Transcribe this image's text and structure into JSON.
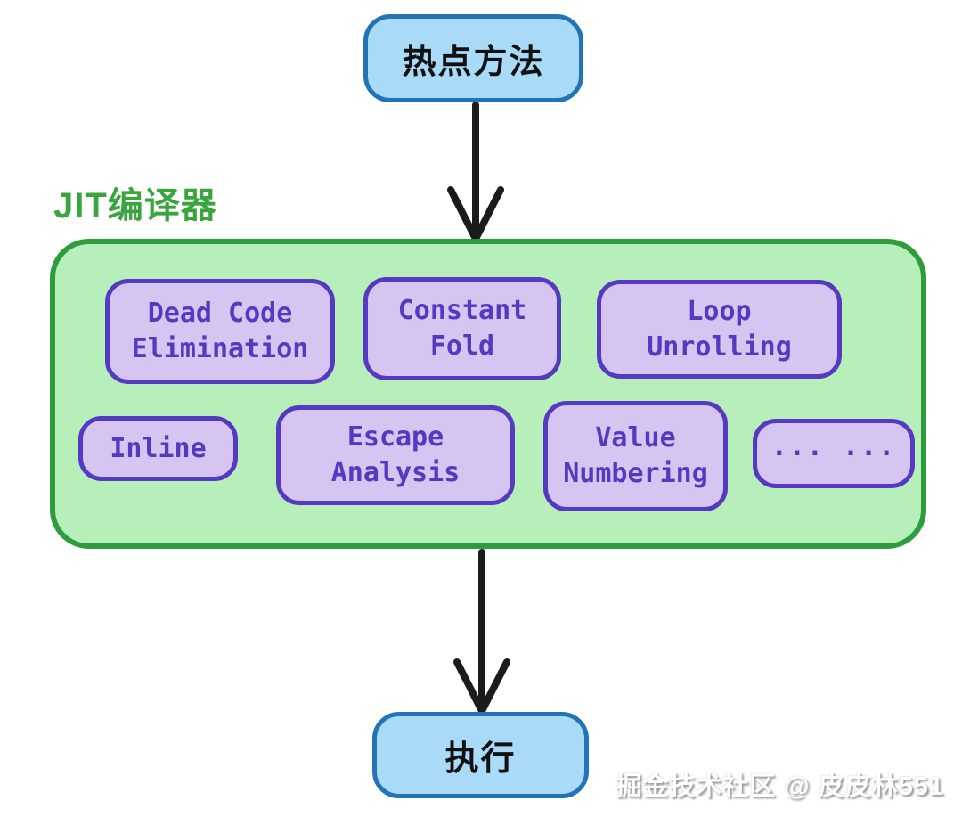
{
  "diagram": {
    "title_context": "JIT compilation flow",
    "top_node": {
      "label": "热点方法"
    },
    "jit": {
      "label": "JIT编译器",
      "optimizations": [
        {
          "id": "dead-code-elimination",
          "label": "Dead Code\nElimination"
        },
        {
          "id": "constant-fold",
          "label": "Constant\nFold"
        },
        {
          "id": "loop-unrolling",
          "label": "Loop\nUnrolling"
        },
        {
          "id": "inline",
          "label": "Inline"
        },
        {
          "id": "escape-analysis",
          "label": "Escape\nAnalysis"
        },
        {
          "id": "value-numbering",
          "label": "Value\nNumbering"
        },
        {
          "id": "more",
          "label": "... ..."
        }
      ]
    },
    "bottom_node": {
      "label": "执行"
    },
    "watermark": "掘金技术社区 @ 皮皮林551",
    "colors": {
      "node_fill": "#a9daf8",
      "node_border": "#2273b8",
      "jit_container_fill": "#b7efba",
      "jit_container_border": "#2d9c3d",
      "jit_label_text": "#3aa43f",
      "optimization_fill": "#d6c5f0",
      "optimization_border": "#5539c0",
      "optimization_text": "#5539c0",
      "arrow": "#1b1b1b",
      "node_text": "#111111",
      "watermark_text": "#ffffff"
    }
  }
}
